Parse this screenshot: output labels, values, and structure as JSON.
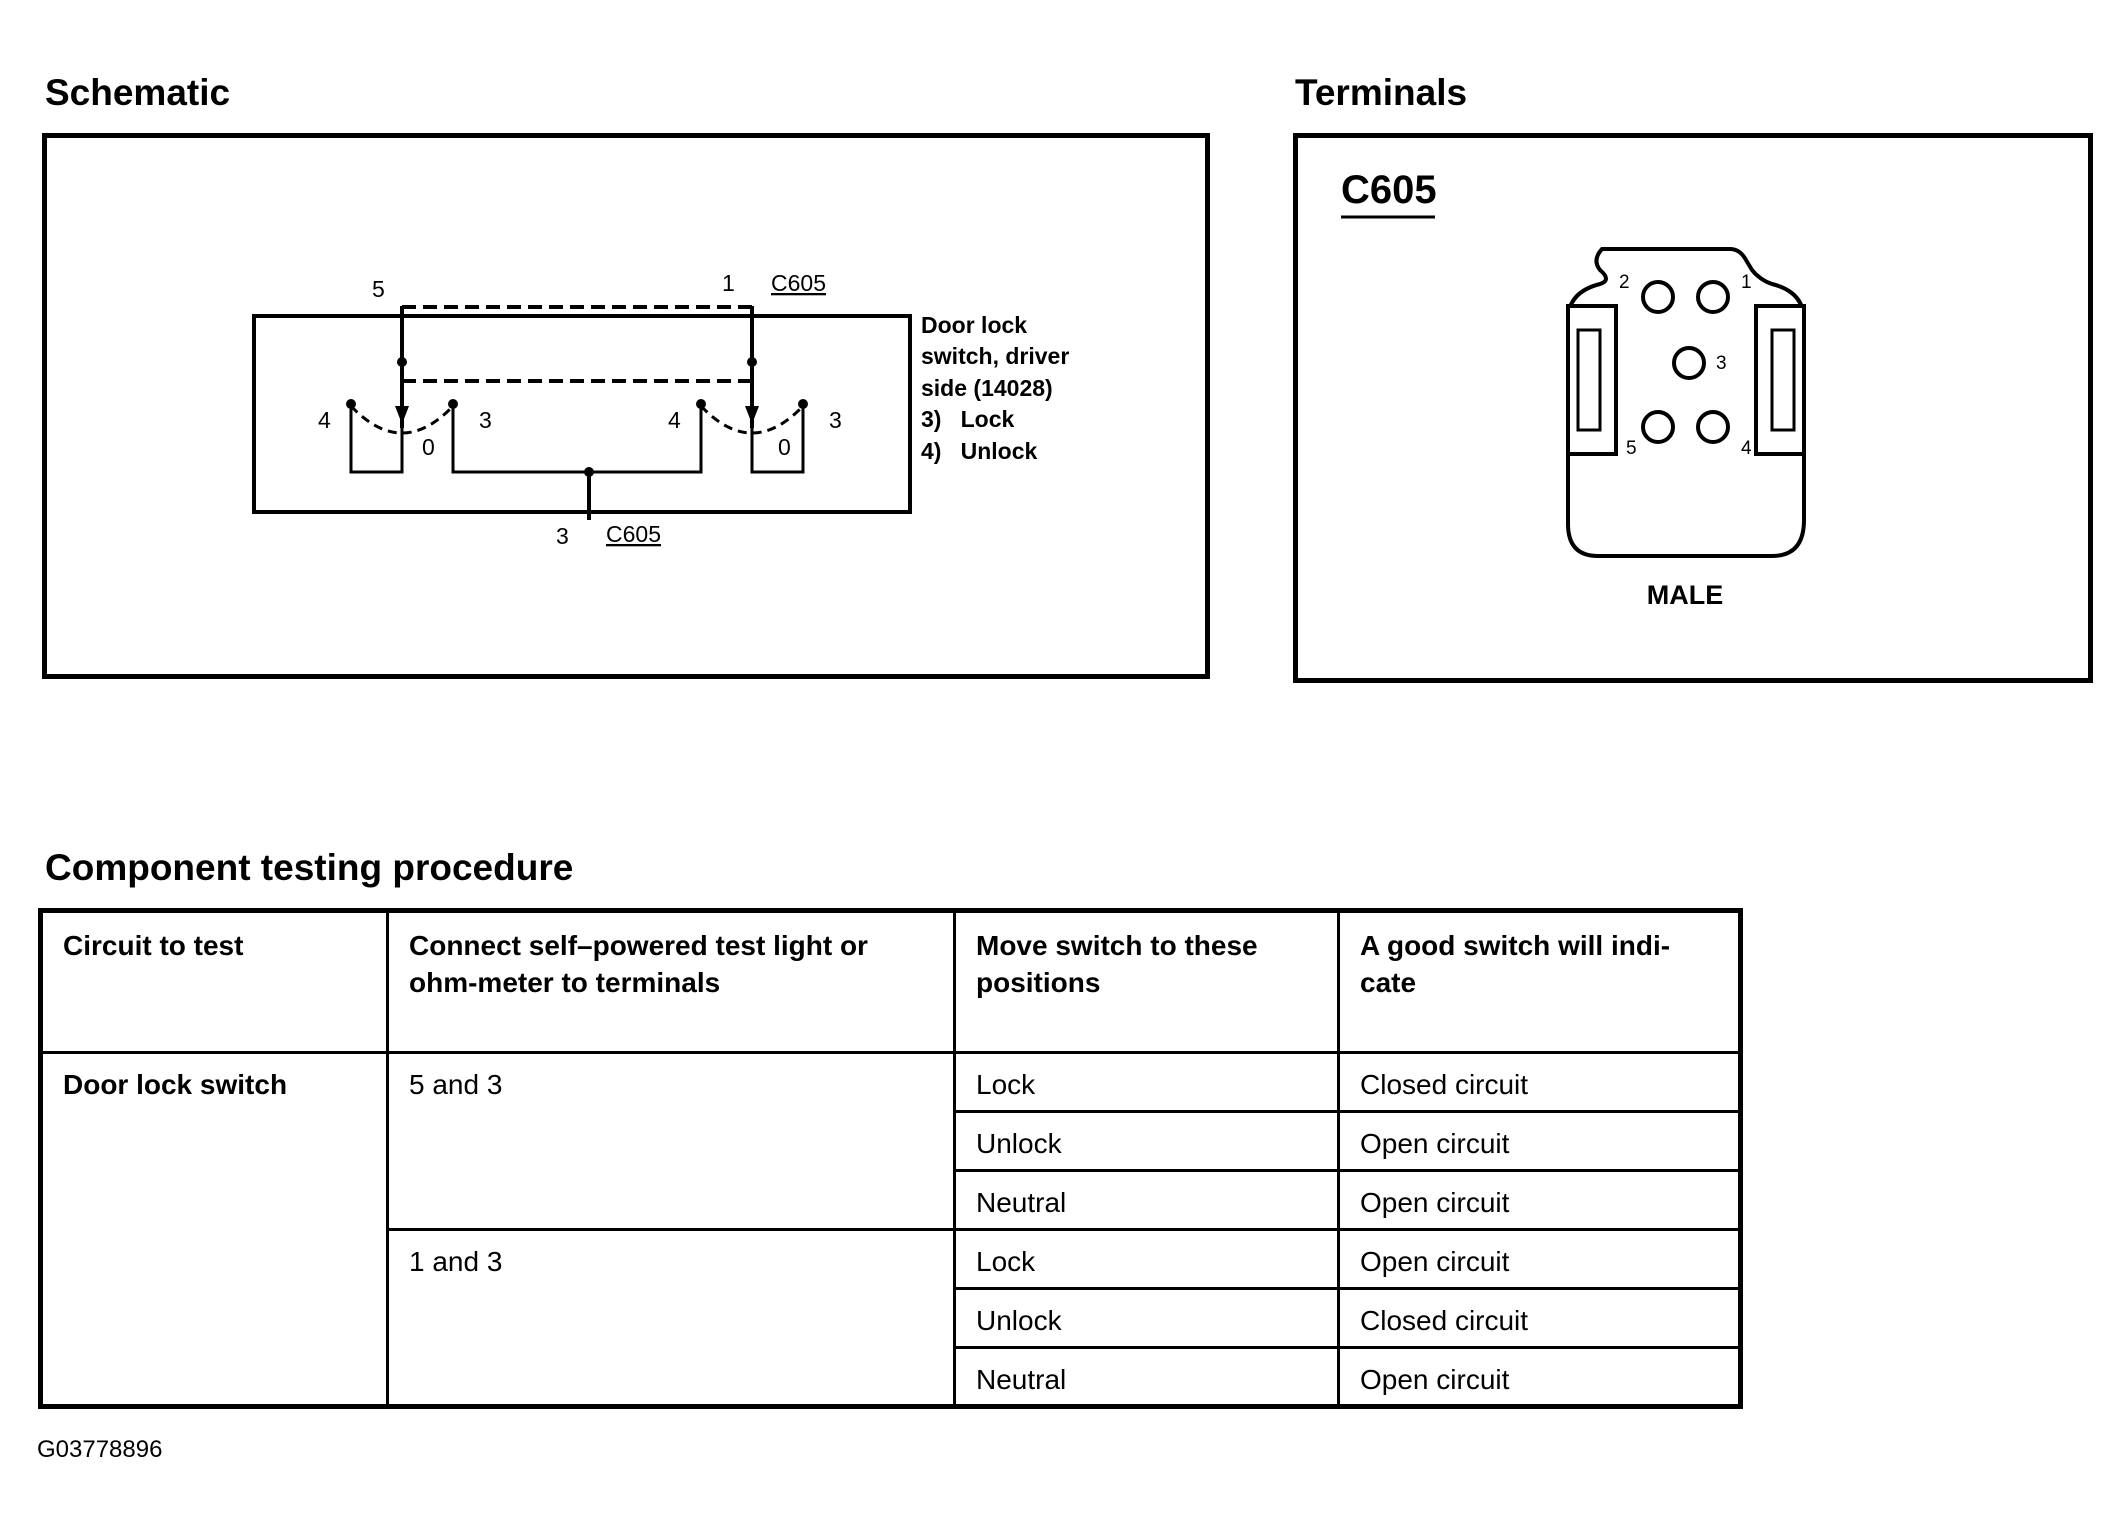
{
  "schematic": {
    "heading": "Schematic",
    "pin_top_left": "5",
    "pin_top_right": "1",
    "connector_top": "C605",
    "connector_bottom": "C605",
    "pin_bottom": "3",
    "switch_left": {
      "pos_a": "4",
      "pos_center": "0",
      "pos_b": "3"
    },
    "switch_right": {
      "pos_a": "4",
      "pos_center": "0",
      "pos_b": "3"
    },
    "legend_lines": [
      "Door lock",
      "switch, driver",
      "side (14028)",
      "3)   Lock",
      "4)   Unlock"
    ]
  },
  "terminals": {
    "heading": "Terminals",
    "connector_name": "C605",
    "pins": [
      "1",
      "2",
      "3",
      "4",
      "5"
    ],
    "gender": "MALE"
  },
  "procedure": {
    "heading": "Component testing procedure",
    "columns": [
      "Circuit to test",
      "Connect self–powered test light or ohm-meter to terminals",
      "Move switch to these positions",
      "A good switch will indi-cate"
    ],
    "circuit": "Door lock switch",
    "groups": [
      {
        "terminals": "5 and 3",
        "rows": [
          {
            "position": "Lock",
            "result": "Closed circuit"
          },
          {
            "position": "Unlock",
            "result": "Open circuit"
          },
          {
            "position": "Neutral",
            "result": "Open circuit"
          }
        ]
      },
      {
        "terminals": "1 and 3",
        "rows": [
          {
            "position": "Lock",
            "result": "Open circuit"
          },
          {
            "position": "Unlock",
            "result": "Closed circuit"
          },
          {
            "position": "Neutral",
            "result": "Open circuit"
          }
        ]
      }
    ]
  },
  "figure_id": "G03778896"
}
